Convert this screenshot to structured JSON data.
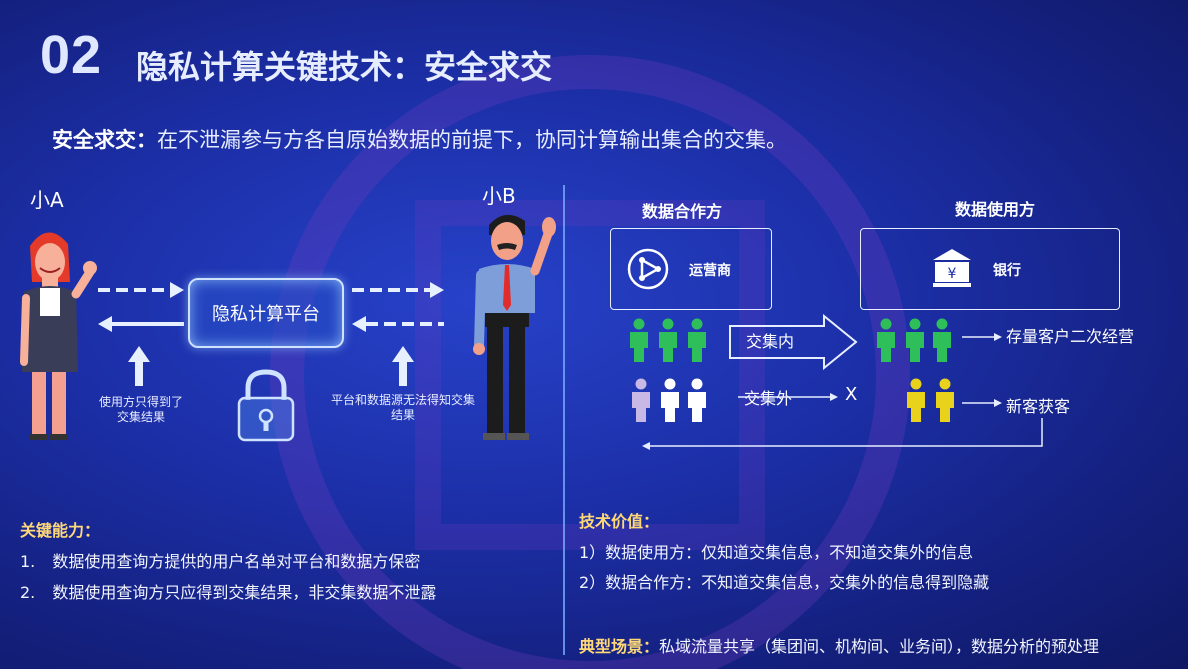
{
  "header": {
    "number": "02",
    "title": "隐私计算关键技术：安全求交"
  },
  "subtitle": {
    "lead": "安全求交：",
    "text": "在不泄漏参与方各自原始数据的前提下，协同计算输出集合的交集。"
  },
  "left": {
    "party_a": "小A",
    "party_b": "小B",
    "platform": "隐私计算平台",
    "note_a": "使用方只得到了交集结果",
    "note_b": "平台和数据源无法得知交集结果"
  },
  "right": {
    "col1_title": "数据合作方",
    "col2_title": "数据使用方",
    "partner": "运营商",
    "user": "银行",
    "inside_label": "交集内",
    "outside_label": "交集外",
    "x_mark": "X",
    "result_inside": "存量客户二次经营",
    "result_outside": "新客获客"
  },
  "key_capabilities": {
    "title": "关键能力：",
    "items": [
      {
        "index": "1.",
        "text": "数据使用查询方提供的用户名单对平台和数据方保密"
      },
      {
        "index": "2.",
        "text": "数据使用查询方只应得到交集结果，非交集数据不泄露"
      }
    ]
  },
  "tech_value": {
    "title": "技术价值：",
    "items": [
      "1）数据使用方：仅知道交集信息，不知道交集外的信息",
      "2）数据合作方：不知道交集信息，交集外的信息得到隐藏"
    ]
  },
  "scenario": {
    "title": "典型场景：",
    "text": "私域流量共享（集团间、机构间、业务间），数据分析的预处理"
  },
  "colors": {
    "accent_yellow": "#ffd877",
    "green": "#2fbf5a",
    "yellow": "#e8d21c",
    "lavender": "#c8b8e6"
  }
}
